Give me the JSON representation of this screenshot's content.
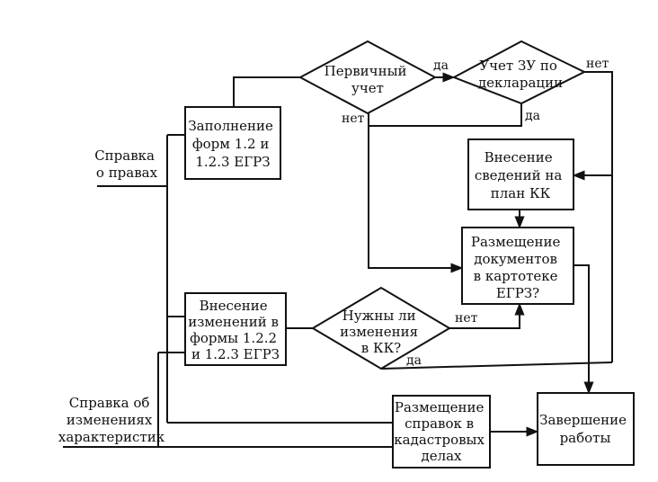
{
  "nodes": {
    "fill_forms": {
      "lines": [
        "Заполнение",
        "форм 1.2 и",
        "1.2.3 ЕГРЗ"
      ]
    },
    "primary": {
      "lines": [
        "Первичный",
        "учет"
      ]
    },
    "declaration": {
      "lines": [
        "Учет ЗУ по",
        "декларации"
      ]
    },
    "plan": {
      "lines": [
        "Внесение",
        "сведений на",
        "план КК"
      ]
    },
    "placement_docs": {
      "lines": [
        "Размещение",
        "документов",
        "в картотеке",
        "ЕГРЗ?"
      ]
    },
    "changes_forms": {
      "lines": [
        "Внесение",
        "изменений в",
        "формы 1.2.2",
        "и 1.2.3 ЕГРЗ"
      ]
    },
    "need_changes": {
      "lines": [
        "Нужны ли",
        "изменения",
        "в КК?"
      ]
    },
    "placement_refs": {
      "lines": [
        "Размещение",
        "справок в",
        "кадастровых",
        "делах"
      ]
    },
    "finish": {
      "lines": [
        "Завершение",
        "работы"
      ]
    }
  },
  "side_labels": {
    "rights": {
      "lines": [
        "Справка",
        "о правах"
      ]
    },
    "char_changes": {
      "lines": [
        "Справка об",
        "изменениях",
        "характеристик"
      ]
    }
  },
  "edge_labels": {
    "yes_primary": "да",
    "no_primary": "нет",
    "no_declaration": "нет",
    "yes_declaration": "да",
    "no_need": "нет",
    "yes_need": "да"
  }
}
